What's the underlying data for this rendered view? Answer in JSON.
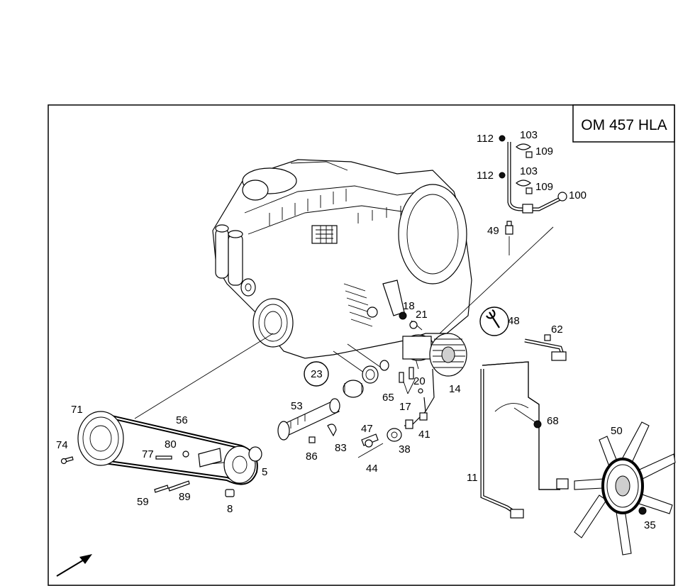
{
  "diagram": {
    "model_label": "OM 457 HLA",
    "parts": [
      {
        "id": "p112a",
        "label": "112"
      },
      {
        "id": "p103a",
        "label": "103"
      },
      {
        "id": "p109a",
        "label": "109"
      },
      {
        "id": "p112b",
        "label": "112"
      },
      {
        "id": "p103b",
        "label": "103"
      },
      {
        "id": "p109b",
        "label": "109"
      },
      {
        "id": "p100",
        "label": "100"
      },
      {
        "id": "p49",
        "label": "49"
      },
      {
        "id": "p48",
        "label": "48"
      },
      {
        "id": "p18",
        "label": "18"
      },
      {
        "id": "p21",
        "label": "21"
      },
      {
        "id": "p62",
        "label": "62"
      },
      {
        "id": "p23",
        "label": "23"
      },
      {
        "id": "p20",
        "label": "20"
      },
      {
        "id": "p14",
        "label": "14"
      },
      {
        "id": "p65",
        "label": "65"
      },
      {
        "id": "p17",
        "label": "17"
      },
      {
        "id": "p53",
        "label": "53"
      },
      {
        "id": "p71",
        "label": "71"
      },
      {
        "id": "p56",
        "label": "56"
      },
      {
        "id": "p68",
        "label": "68"
      },
      {
        "id": "p47",
        "label": "47"
      },
      {
        "id": "p41",
        "label": "41"
      },
      {
        "id": "p74",
        "label": "74"
      },
      {
        "id": "p80",
        "label": "80"
      },
      {
        "id": "p77",
        "label": "77"
      },
      {
        "id": "p83",
        "label": "83"
      },
      {
        "id": "p38",
        "label": "38"
      },
      {
        "id": "p50",
        "label": "50"
      },
      {
        "id": "p86",
        "label": "86"
      },
      {
        "id": "p44",
        "label": "44"
      },
      {
        "id": "p5",
        "label": "5"
      },
      {
        "id": "p11",
        "label": "11"
      },
      {
        "id": "p59",
        "label": "59"
      },
      {
        "id": "p89",
        "label": "89"
      },
      {
        "id": "p8",
        "label": "8"
      },
      {
        "id": "p35",
        "label": "35"
      }
    ]
  }
}
